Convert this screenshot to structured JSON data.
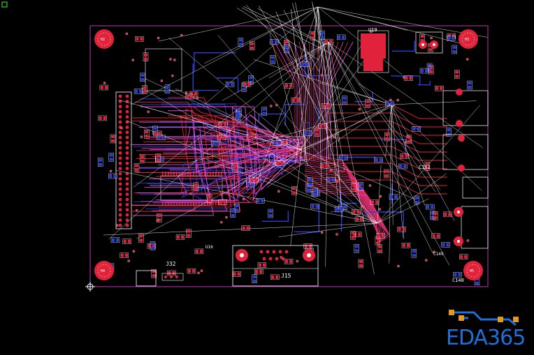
{
  "app": {
    "title": "PCB Layout Editor"
  },
  "colors": {
    "background": "#000000",
    "board_outline": "#9b2f8f",
    "top_copper": "#e0233a",
    "bottom_copper": "#2b3fd6",
    "inner_copper": "#d84be0",
    "ratsnest": "#ffffff",
    "silkscreen": "#ffffff",
    "origin_marker": "#ffffff",
    "logo_blue": "#1e6fd9",
    "logo_orange": "#e39a1c"
  },
  "designators": {
    "j15": "J15",
    "j32": "J32",
    "u19": "U19",
    "u16": "U16",
    "c151": "C151",
    "c148": "C148",
    "c149": "C149"
  },
  "mounting_holes": [
    "H2",
    "H3",
    "H4",
    "H5"
  ],
  "logo": {
    "text": "EDA365"
  }
}
